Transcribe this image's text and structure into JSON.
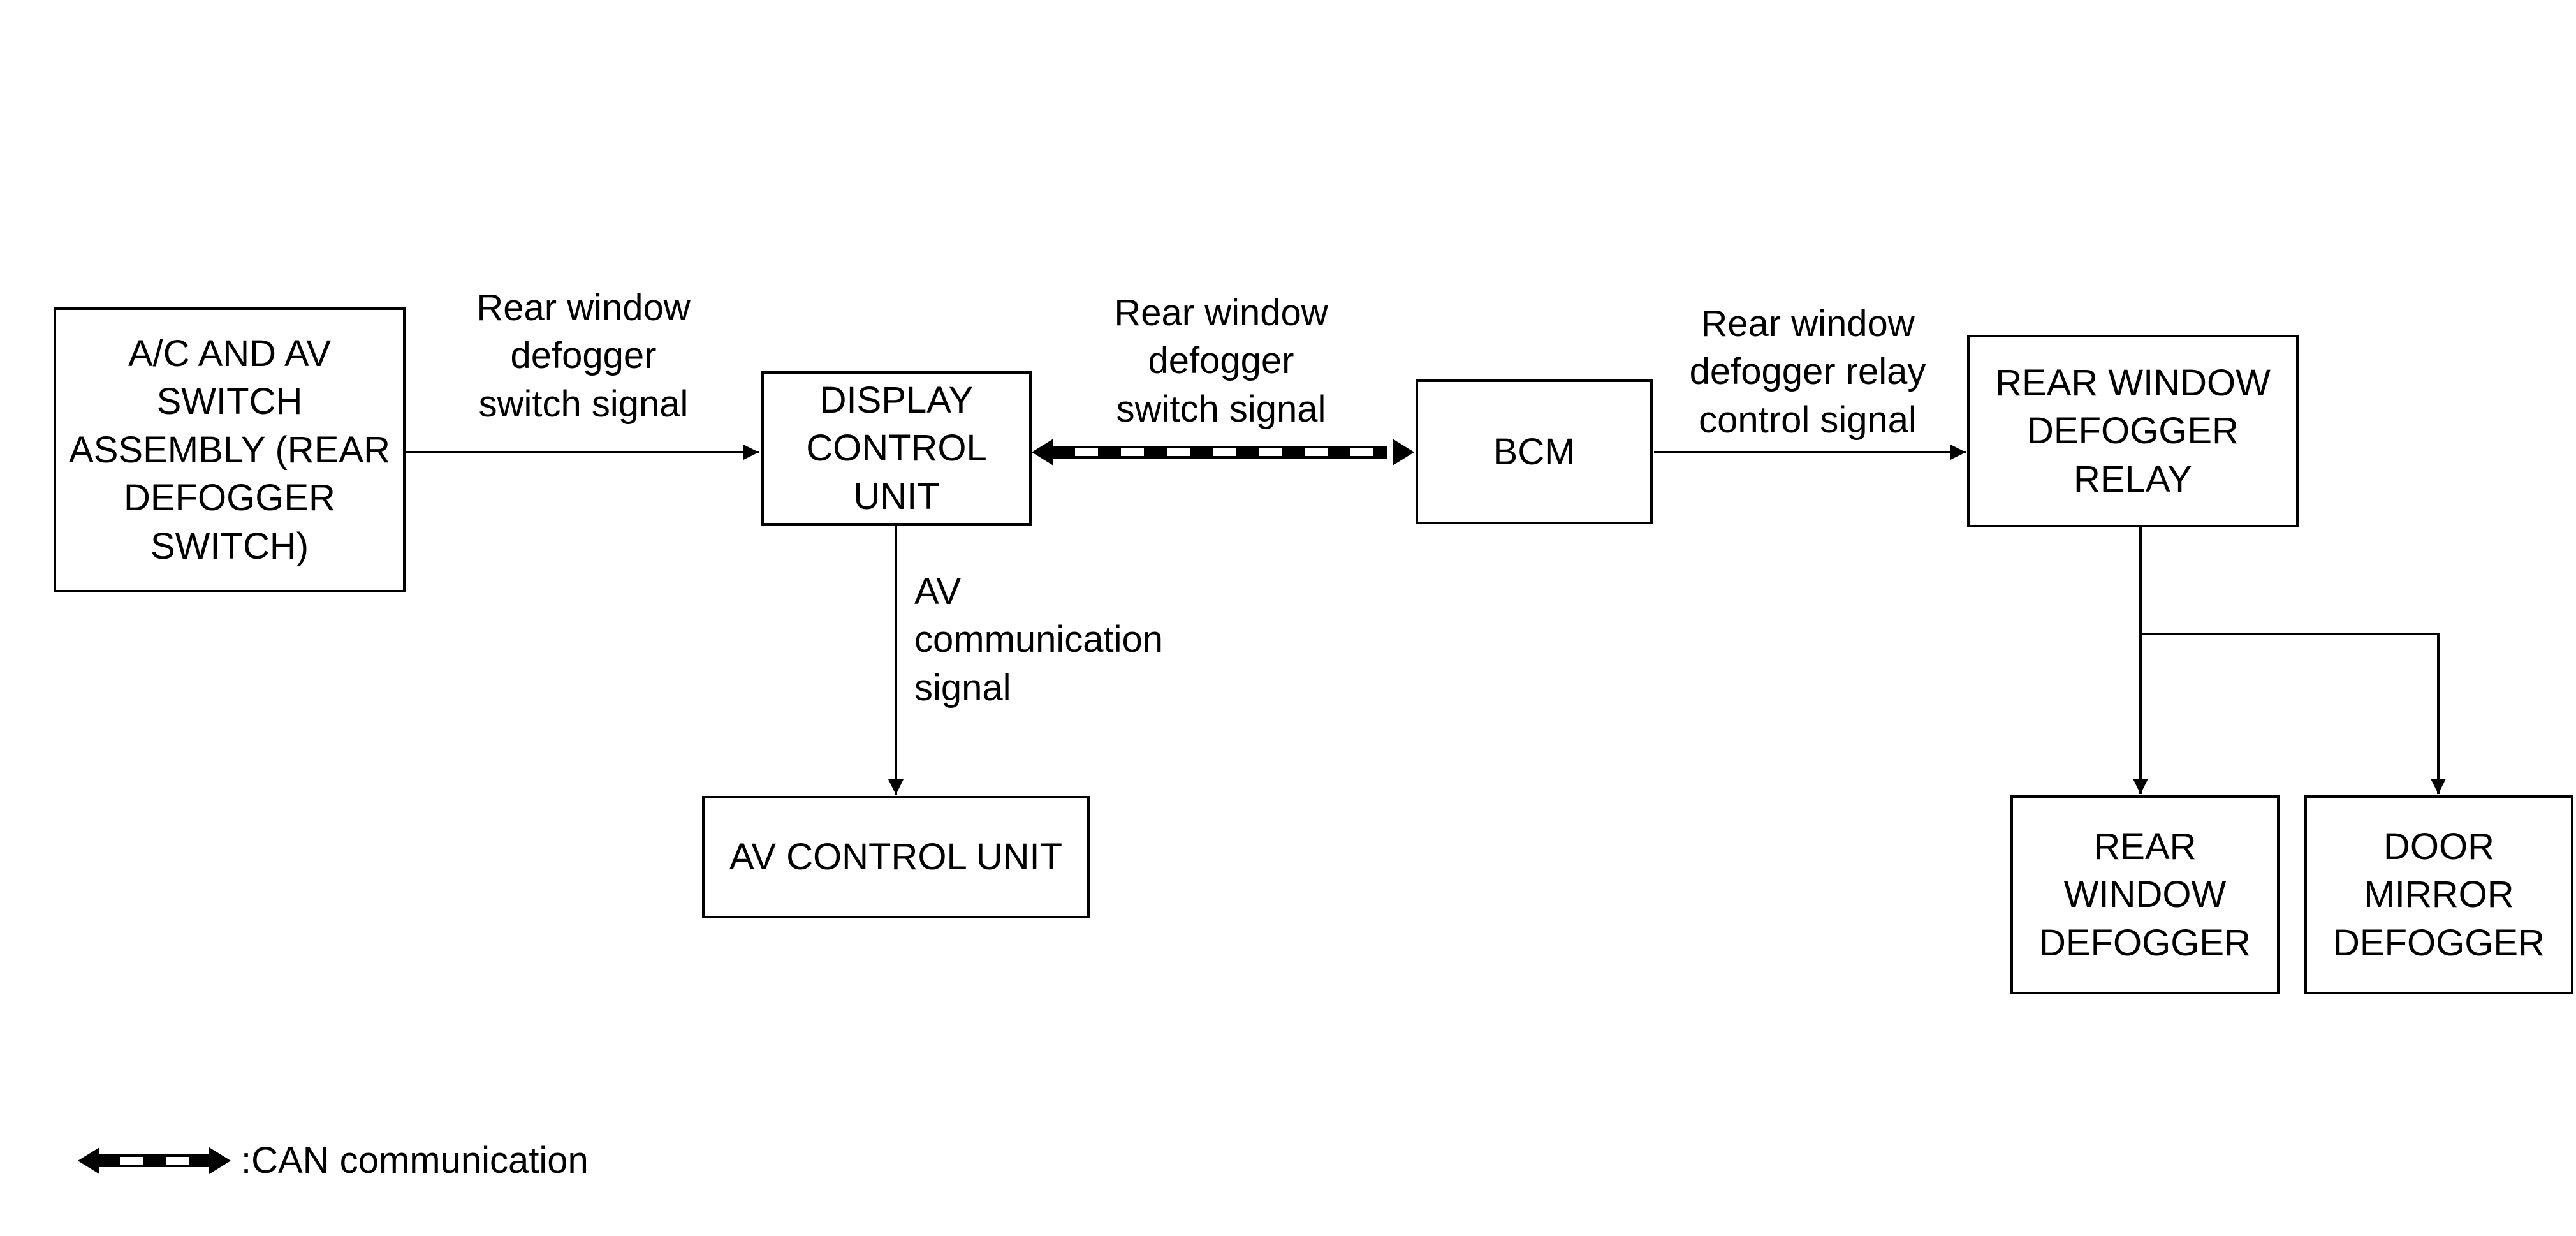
{
  "boxes": {
    "ac_av_switch": "A/C AND AV\nSWITCH\nASSEMBLY (REAR\nDEFOGGER\nSWITCH)",
    "display_control_unit": "DISPLAY\nCONTROL\nUNIT",
    "bcm": "BCM",
    "rear_window_defogger_relay": "REAR WINDOW\nDEFOGGER\nRELAY",
    "av_control_unit": "AV CONTROL UNIT",
    "rear_window_defogger": "REAR\nWINDOW\nDEFOGGER",
    "door_mirror_defogger": "DOOR\nMIRROR\nDEFOGGER"
  },
  "signals": {
    "switch_to_display": "Rear window\ndefogger\nswitch signal",
    "display_to_bcm": "Rear window\ndefogger\nswitch signal",
    "bcm_to_relay": "Rear window\ndefogger relay\ncontrol signal",
    "display_to_av": "AV\ncommunication\nsignal"
  },
  "legend": {
    "can_label": ":CAN communication"
  },
  "colors": {
    "line": "#000000",
    "background": "#ffffff"
  }
}
